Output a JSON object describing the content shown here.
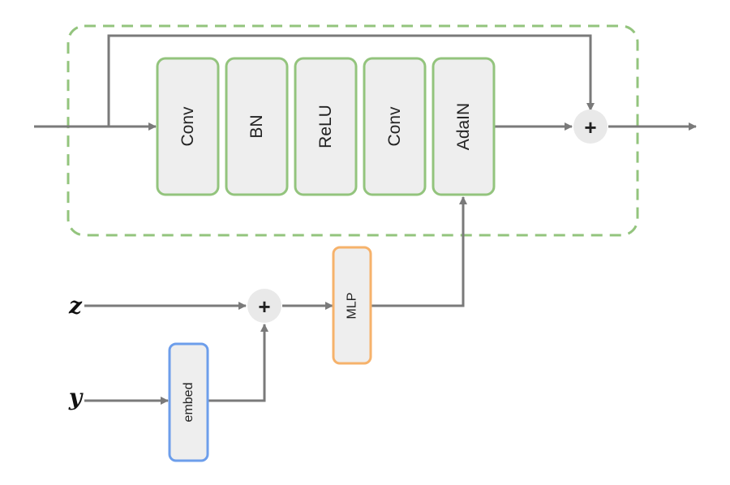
{
  "colors": {
    "block_fill": "#eeeeee",
    "green_border": "#93c47d",
    "orange_border": "#f6b26b",
    "blue_border": "#6d9eeb",
    "arrow": "#7a7a7a",
    "sum_node": "#e9e9e9"
  },
  "blocks": {
    "conv1": "Conv",
    "bn": "BN",
    "relu": "ReLU",
    "conv2": "Conv",
    "adain": "AdaIN",
    "mlp": "MLP",
    "embed": "embed"
  },
  "inputs": {
    "z": "z",
    "y": "y"
  },
  "sum_symbol": "+"
}
